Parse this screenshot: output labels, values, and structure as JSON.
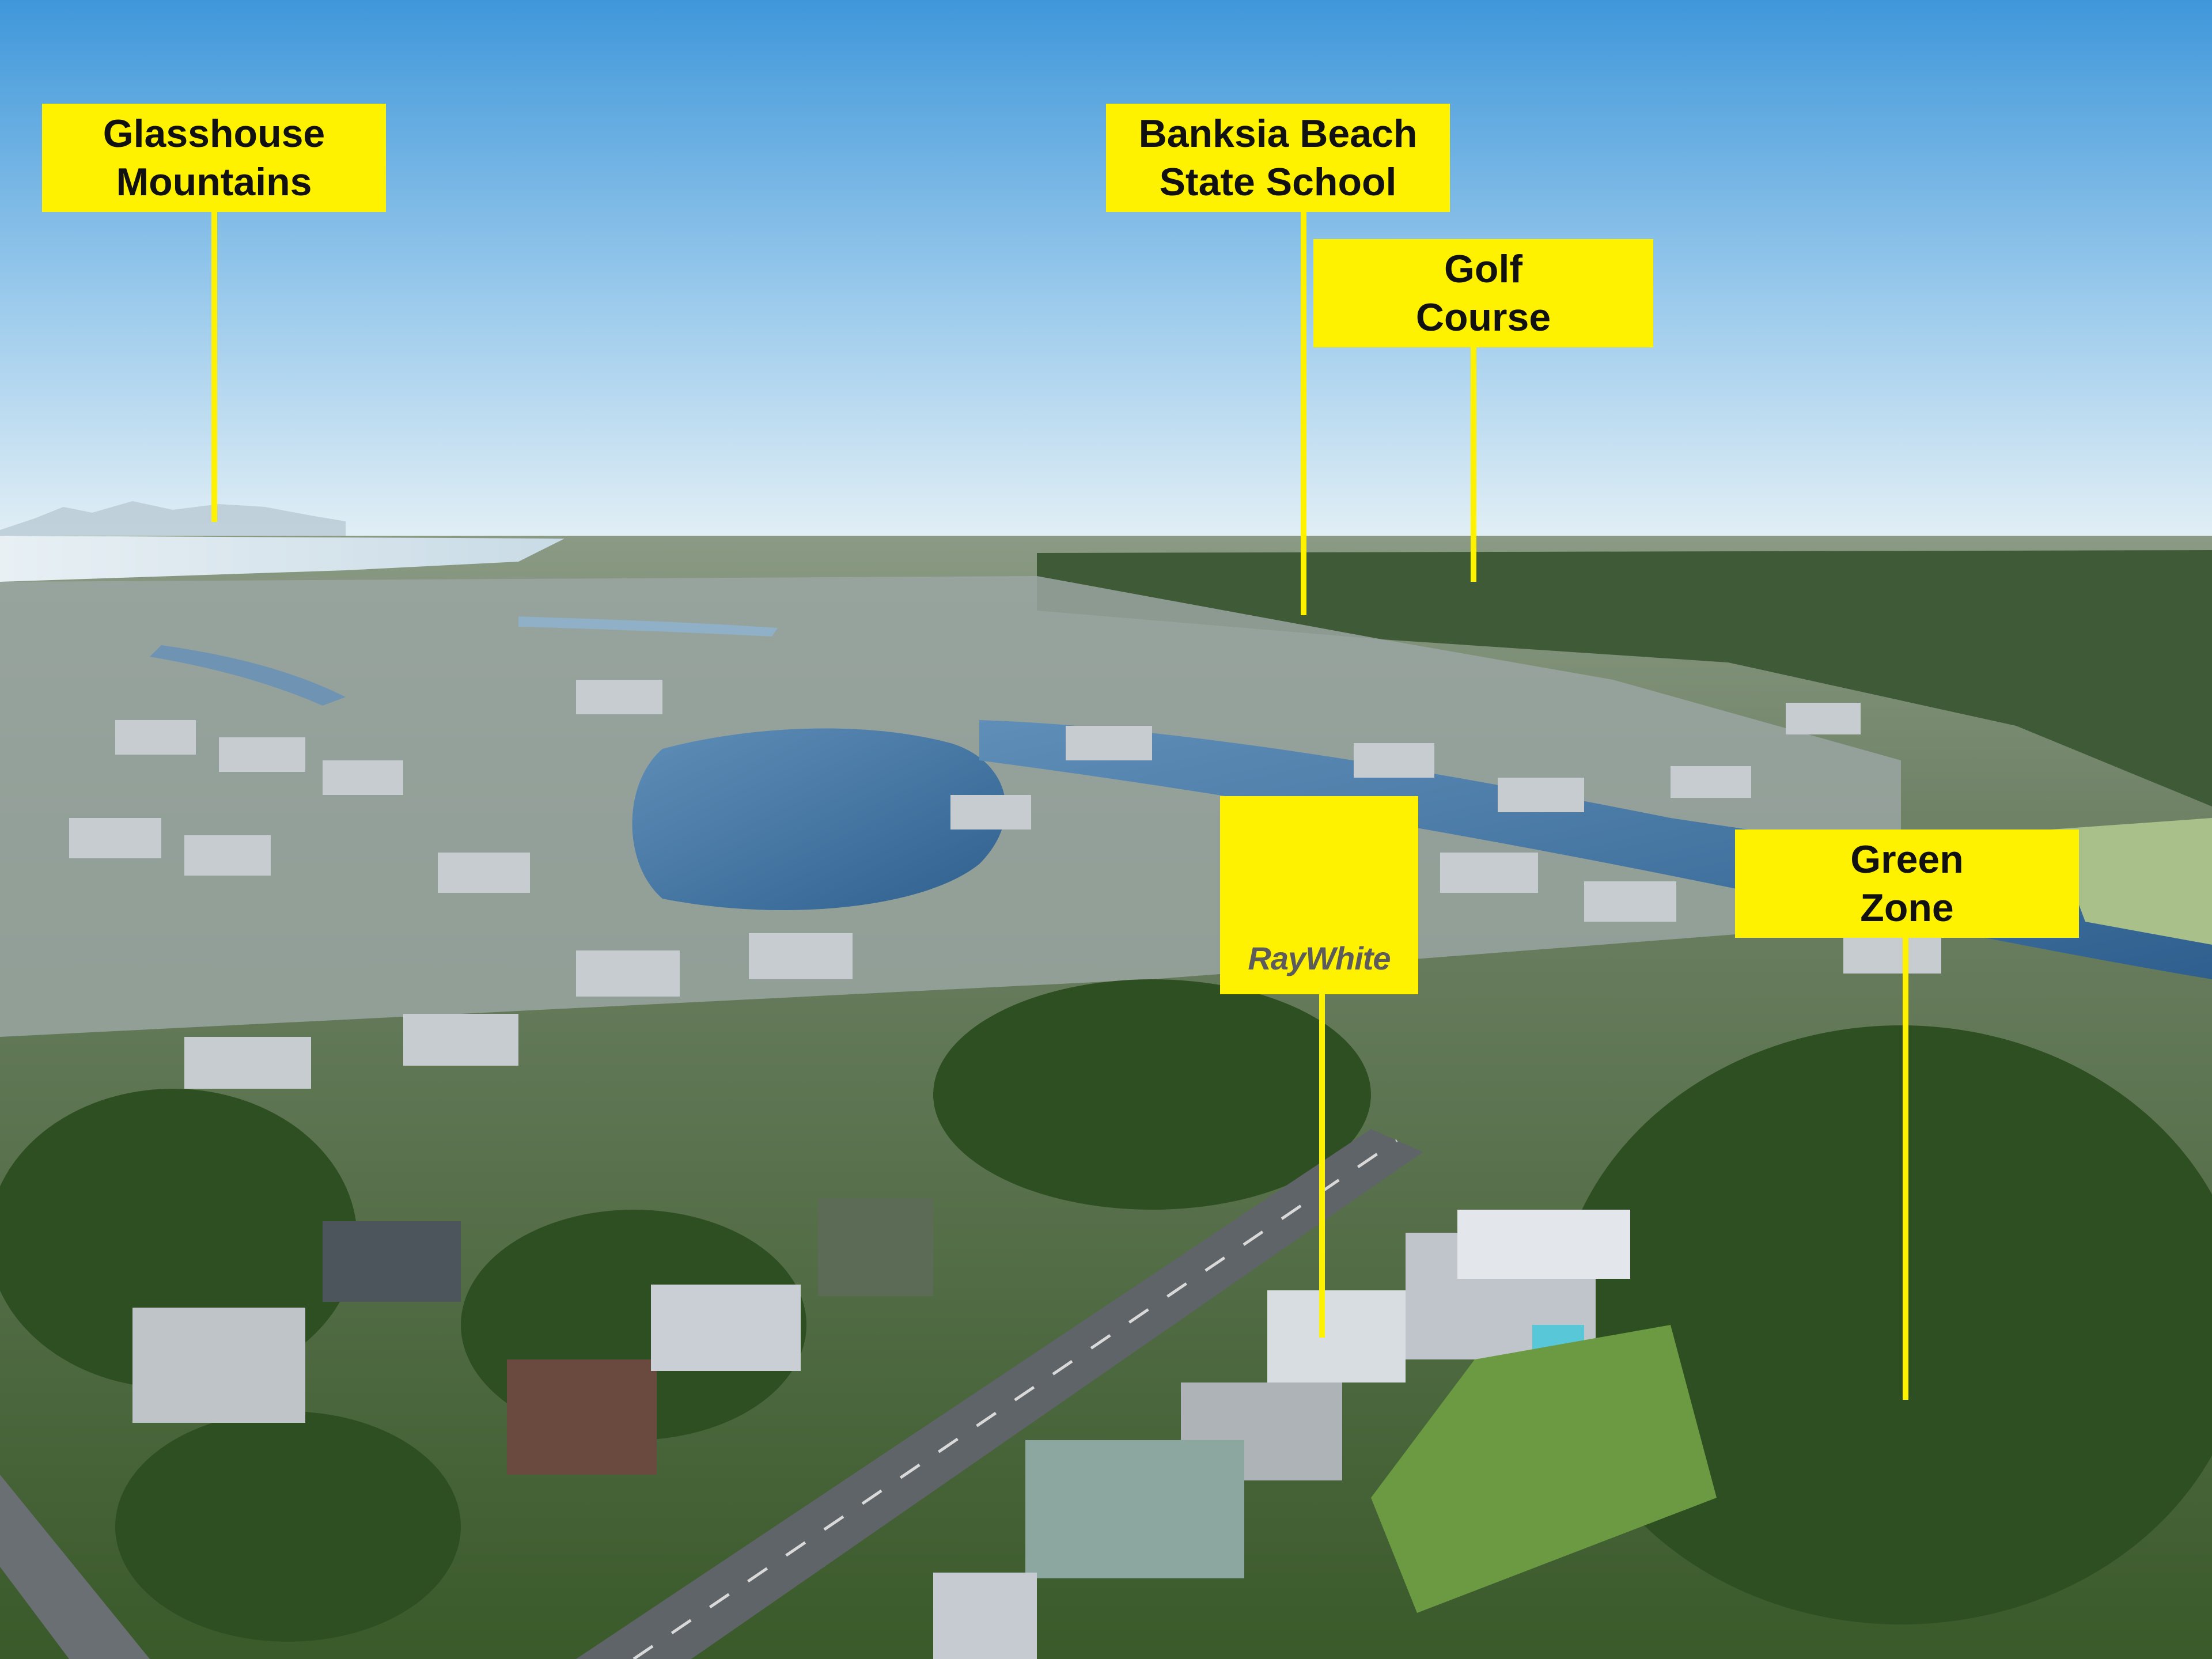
{
  "image": {
    "description_labels": {
      "glasshouse": [
        "Glasshouse",
        "Mountains"
      ],
      "school": [
        "Banksia Beach",
        "State School"
      ],
      "golf": [
        "Golf",
        "Course"
      ],
      "green": [
        "Green",
        "Zone"
      ]
    },
    "brand": {
      "logo_text": "RayWhite"
    },
    "colors": {
      "label_bg": "#fff200",
      "label_text": "#111111",
      "sky_top": "#4f9fdc",
      "sky_horizon": "#dfeef6",
      "water": "#3d6f9e",
      "vegetation": "#2f5a24",
      "roof_light": "#c9ced3",
      "road": "#5f6468"
    }
  }
}
